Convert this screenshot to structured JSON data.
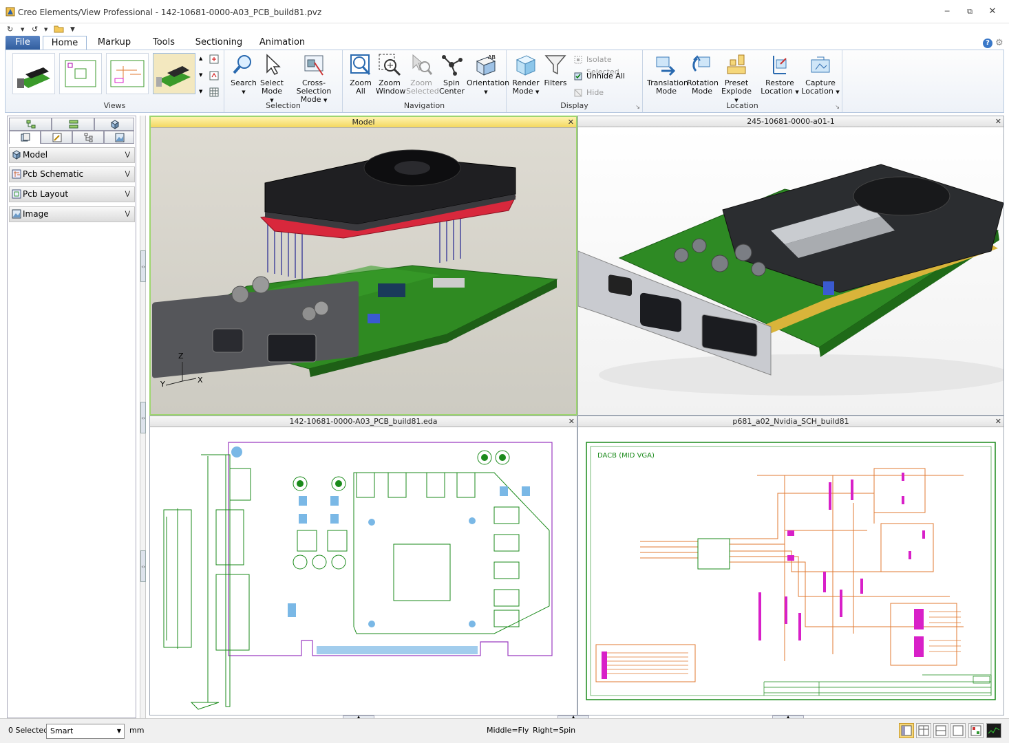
{
  "window": {
    "title": "Creo Elements/View Professional - 142-10681-0000-A03_PCB_build81.pvz",
    "minimize_icon": "minimize-icon",
    "restore_icon": "restore-icon",
    "close_icon": "close-icon"
  },
  "ribbon_tabs": {
    "file": "File",
    "home": "Home",
    "markup": "Markup",
    "tools": "Tools",
    "sectioning": "Sectioning",
    "animation": "Animation"
  },
  "ribbon": {
    "views": {
      "label": "Views"
    },
    "selection": {
      "label": "Selection",
      "search_l1": "Search",
      "select_l1": "Select",
      "select_l2": "Mode",
      "cross_l1": "Cross-Selection",
      "cross_l2": "Mode"
    },
    "navigation": {
      "label": "Navigation",
      "zoomall_l1": "Zoom",
      "zoomall_l2": "All",
      "zoomwin_l1": "Zoom",
      "zoomwin_l2": "Window",
      "zoomsel_l1": "Zoom",
      "zoomsel_l2": "Selected",
      "spin_l1": "Spin",
      "spin_l2": "Center",
      "orient_l1": "Orientation"
    },
    "display": {
      "label": "Display",
      "render_l1": "Render",
      "render_l2": "Mode",
      "filters_l1": "Filters",
      "isolate": "Isolate Selected",
      "unhide": "Unhide All",
      "hide": "Hide"
    },
    "location": {
      "label": "Location",
      "trans_l1": "Translation",
      "trans_l2": "Mode",
      "rot_l1": "Rotation",
      "rot_l2": "Mode",
      "preset_l1": "Preset",
      "preset_l2": "Explode",
      "restore_l1": "Restore",
      "restore_l2": "Location",
      "capture_l1": "Capture",
      "capture_l2": "Location"
    }
  },
  "left_panel": {
    "sections": [
      "Model",
      "Pcb Schematic",
      "Pcb Layout",
      "Image"
    ]
  },
  "viewports": {
    "top_left": {
      "title": "Model",
      "axis_z": "Z",
      "axis_y": "Y",
      "axis_x": "X"
    },
    "top_right": {
      "title": "245-10681-0000-a01-1"
    },
    "bottom_left": {
      "title": "142-10681-0000-A03_PCB_build81.eda"
    },
    "bottom_right": {
      "title": "p681_a02_Nvidia_SCH_build81",
      "sheet_label": "DACB (MID VGA)"
    }
  },
  "status": {
    "selected": "0 Selected",
    "mode": "Smart",
    "unit": "mm",
    "hint": "Middle=Fly  Right=Spin"
  },
  "colors": {
    "pcb_green": "#3a9a2a",
    "pcb_outline": "#1a7a1a",
    "board_edge": "#9a3ac0",
    "schematic_wire": "#e07a30",
    "schematic_part": "#d820c8",
    "active_header": "#f3d860"
  }
}
